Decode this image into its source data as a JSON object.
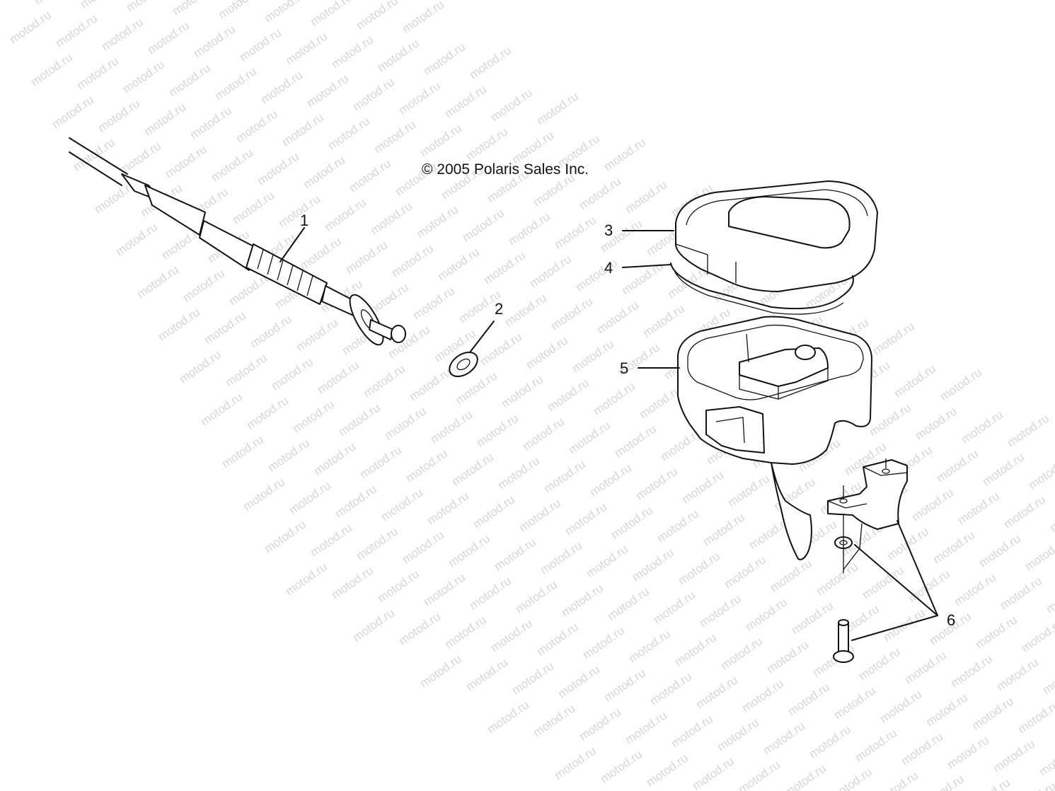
{
  "copyright": "© 2005 Polaris Sales Inc.",
  "watermark_text": "motod.ru",
  "callouts": [
    "1",
    "2",
    "3",
    "4",
    "5",
    "6"
  ],
  "colors": {
    "line": "#111111",
    "watermark": "#d6d6d6",
    "background": "#ffffff"
  }
}
